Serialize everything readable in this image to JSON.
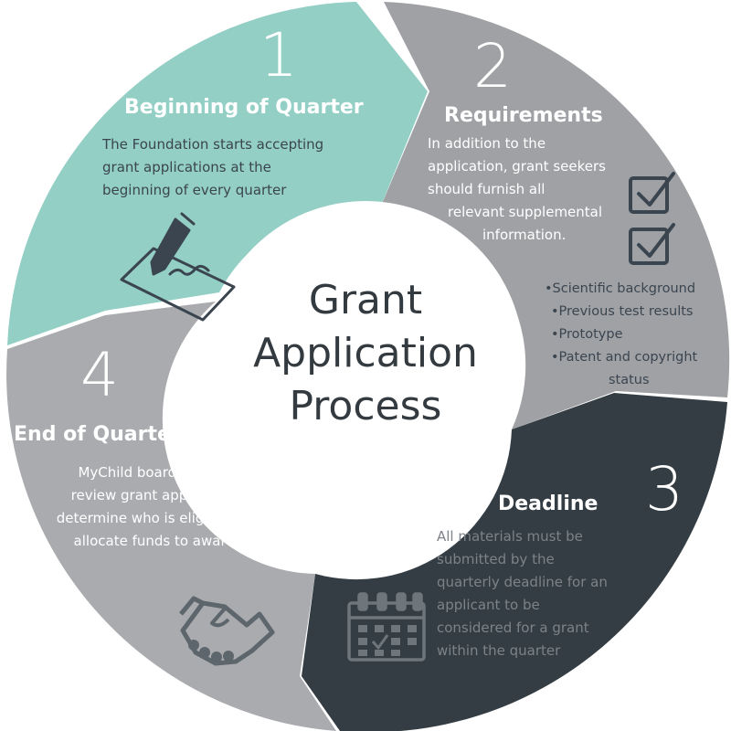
{
  "colors": {
    "background": "#ffffff",
    "segment1": "#93cfc5",
    "segment2": "#9fa1a4",
    "segment3": "#333d43",
    "segment4": "#a9abae",
    "center": "#ffffff",
    "title_light": "#ffffff",
    "text_dark": "#3b4550",
    "text_muted": "#7d8388"
  },
  "center": {
    "lines": [
      "Grant",
      "Application",
      "Process"
    ]
  },
  "steps": [
    {
      "number": "1",
      "title": "Beginning of Quarter",
      "lines": [
        "The Foundation starts accepting",
        "grant applications at the",
        "beginning of every quarter"
      ],
      "icon": "pen-signing-icon"
    },
    {
      "number": "2",
      "title": "Requirements",
      "lines": [
        "In addition to the",
        "application, grant seekers",
        "should furnish all",
        "relevant supplemental",
        "information."
      ],
      "bullets": [
        "•Scientific background",
        "•Previous test results",
        "•Prototype",
        "•Patent and copyright",
        "status"
      ],
      "icon": "checkbox-icon"
    },
    {
      "number": "3",
      "title": "Deadline",
      "lines": [
        "All materials must be",
        "submitted by the",
        "quarterly deadline for an",
        "applicant to be",
        "considered for a grant",
        "within the quarter"
      ],
      "icon": "calendar-icon"
    },
    {
      "number": "4",
      "title": "End of Quarter",
      "lines": [
        "MyChild board meets to",
        "review grant applications,",
        "determine who is eligible, and",
        "allocate funds to awards."
      ],
      "icon": "handshake-icon"
    }
  ]
}
